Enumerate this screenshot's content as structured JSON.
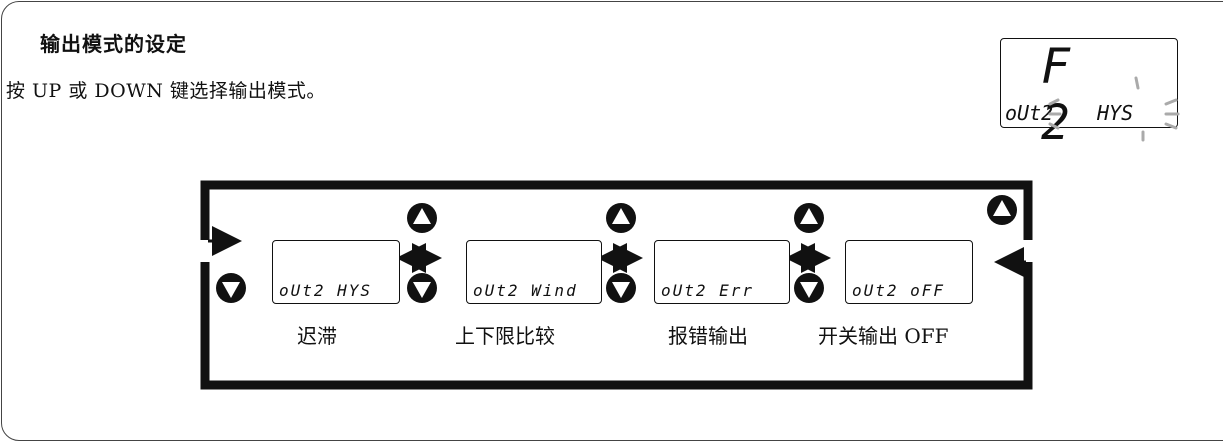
{
  "header": {
    "title": "输出模式的设定",
    "instruction": "按 UP 或 DOWN 键选择输出模式。"
  },
  "display": {
    "top": "F 2",
    "bottom_left": "oUt2",
    "bottom_right": "HYS"
  },
  "modes": [
    {
      "lcd": "oUt2 HYS",
      "label": "迟滞"
    },
    {
      "lcd": "oUt2 Wind",
      "label": "上下限比较"
    },
    {
      "lcd": "oUt2 Err",
      "label": "报错输出"
    },
    {
      "lcd": "oUt2 oFF",
      "label": "开关输出 OFF"
    }
  ],
  "icons": {
    "up": "up-button-icon",
    "down": "down-button-icon",
    "switch": "double-arrow-icon"
  }
}
